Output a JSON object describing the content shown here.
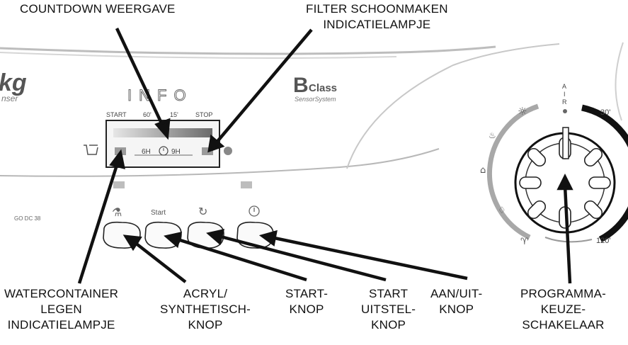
{
  "labels": {
    "countdown": [
      "COUNTDOWN WEERGAVE"
    ],
    "filter": [
      "FILTER SCHOONMAKEN",
      "INDICATIELAMPJE"
    ],
    "watercontainer": [
      "WATERCONTAINER",
      "LEGEN",
      "INDICATIELAMPJE"
    ],
    "acryl": [
      "ACRYL/",
      "SYNTHETISCH-",
      "KNOP"
    ],
    "start": [
      "START-",
      "KNOP"
    ],
    "startuitstel": [
      "START",
      "UITSTEL-",
      "KNOP"
    ],
    "aanuit": [
      "AAN/UIT-",
      "KNOP"
    ],
    "programma": [
      "PROGRAMMA-",
      "KEUZE-",
      "SCHAKELAAR"
    ]
  },
  "panel": {
    "brand_fragment": "kg",
    "brand_sub": "nser",
    "info_text": "INFO",
    "class_big": "B",
    "class_word": "Class",
    "sensor_text": "SensorSystem",
    "display_ticks": [
      "START",
      "60'",
      "15'",
      "STOP"
    ],
    "display_left": "6H",
    "display_right": "9H",
    "model_code": "GO DC 38",
    "start_button_text": "Start",
    "dial_air": [
      "A",
      "I",
      "R"
    ],
    "dial_30": "30'",
    "dial_120": "120'"
  },
  "colors": {
    "ink": "#111111",
    "panel_line": "#8a8a8a"
  }
}
